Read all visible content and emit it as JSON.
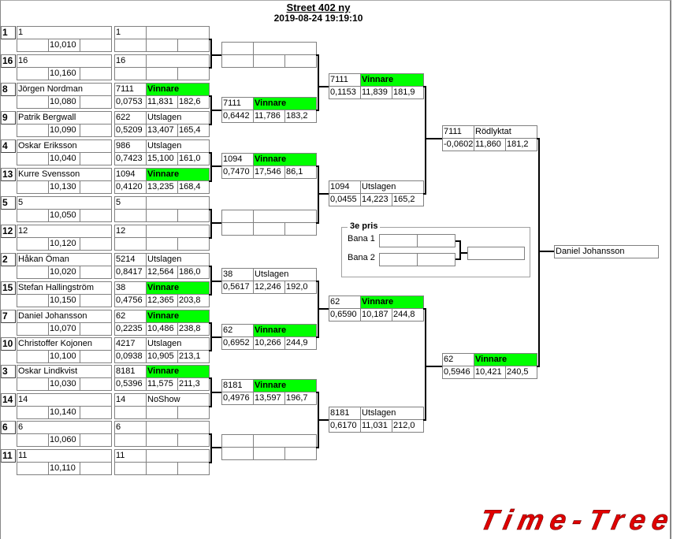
{
  "header": {
    "title": "Street 402 ny",
    "datetime": "2019-08-24 19:19:10"
  },
  "round1": [
    {
      "seed": "1",
      "name": "1",
      "dial": "10,010",
      "car": "1",
      "status": "",
      "rt": "",
      "et": "",
      "speed": ""
    },
    {
      "seed": "16",
      "name": "16",
      "dial": "10,160",
      "car": "16",
      "status": "",
      "rt": "",
      "et": "",
      "speed": ""
    },
    {
      "seed": "8",
      "name": "Jörgen Nordman",
      "dial": "10,080",
      "car": "7111",
      "status": "Vinnare",
      "rt": "0,0753",
      "et": "11,831",
      "speed": "182,6"
    },
    {
      "seed": "9",
      "name": "Patrik Bergwall",
      "dial": "10,090",
      "car": "622",
      "status": "Utslagen",
      "rt": "0,5209",
      "et": "13,407",
      "speed": "165,4"
    },
    {
      "seed": "4",
      "name": "Oskar Eriksson",
      "dial": "10,040",
      "car": "986",
      "status": "Utslagen",
      "rt": "0,7423",
      "et": "15,100",
      "speed": "161,0"
    },
    {
      "seed": "13",
      "name": "Kurre Svensson",
      "dial": "10,130",
      "car": "1094",
      "status": "Vinnare",
      "rt": "0,4120",
      "et": "13,235",
      "speed": "168,4"
    },
    {
      "seed": "5",
      "name": "5",
      "dial": "10,050",
      "car": "5",
      "status": "",
      "rt": "",
      "et": "",
      "speed": ""
    },
    {
      "seed": "12",
      "name": "12",
      "dial": "10,120",
      "car": "12",
      "status": "",
      "rt": "",
      "et": "",
      "speed": ""
    },
    {
      "seed": "2",
      "name": "Håkan Öman",
      "dial": "10,020",
      "car": "5214",
      "status": "Utslagen",
      "rt": "0,8417",
      "et": "12,564",
      "speed": "186,0"
    },
    {
      "seed": "15",
      "name": "Stefan Hallingström",
      "dial": "10,150",
      "car": "38",
      "status": "Vinnare",
      "rt": "0,4756",
      "et": "12,365",
      "speed": "203,8"
    },
    {
      "seed": "7",
      "name": "Daniel Johansson",
      "dial": "10,070",
      "car": "62",
      "status": "Vinnare",
      "rt": "0,2235",
      "et": "10,486",
      "speed": "238,8"
    },
    {
      "seed": "10",
      "name": "Christoffer Kojonen",
      "dial": "10,100",
      "car": "4217",
      "status": "Utslagen",
      "rt": "0,0938",
      "et": "10,905",
      "speed": "213,1"
    },
    {
      "seed": "3",
      "name": "Oskar Lindkvist",
      "dial": "10,030",
      "car": "8181",
      "status": "Vinnare",
      "rt": "0,5396",
      "et": "11,575",
      "speed": "211,3"
    },
    {
      "seed": "14",
      "name": "14",
      "dial": "10,140",
      "car": "14",
      "status": "NoShow",
      "rt": "",
      "et": "",
      "speed": ""
    },
    {
      "seed": "6",
      "name": "6",
      "dial": "10,060",
      "car": "6",
      "status": "",
      "rt": "",
      "et": "",
      "speed": ""
    },
    {
      "seed": "11",
      "name": "11",
      "dial": "10,110",
      "car": "11",
      "status": "",
      "rt": "",
      "et": "",
      "speed": ""
    }
  ],
  "round2": [
    {
      "car": "",
      "status": "",
      "rt": "",
      "et": "",
      "speed": ""
    },
    {
      "car": "7111",
      "status": "Vinnare",
      "rt": "0,6442",
      "et": "11,786",
      "speed": "183,2"
    },
    {
      "car": "1094",
      "status": "Vinnare",
      "rt": "0,7470",
      "et": "17,546",
      "speed": "86,1"
    },
    {
      "car": "",
      "status": "",
      "rt": "",
      "et": "",
      "speed": ""
    },
    {
      "car": "38",
      "status": "Utslagen",
      "rt": "0,5617",
      "et": "12,246",
      "speed": "192,0"
    },
    {
      "car": "62",
      "status": "Vinnare",
      "rt": "0,6952",
      "et": "10,266",
      "speed": "244,9"
    },
    {
      "car": "8181",
      "status": "Vinnare",
      "rt": "0,4976",
      "et": "13,597",
      "speed": "196,7"
    },
    {
      "car": "",
      "status": "",
      "rt": "",
      "et": "",
      "speed": ""
    }
  ],
  "round3": [
    {
      "car": "7111",
      "status": "Vinnare",
      "rt": "0,1153",
      "et": "11,839",
      "speed": "181,9"
    },
    {
      "car": "1094",
      "status": "Utslagen",
      "rt": "0,0455",
      "et": "14,223",
      "speed": "165,2"
    },
    {
      "car": "62",
      "status": "Vinnare",
      "rt": "0,6590",
      "et": "10,187",
      "speed": "244,8"
    },
    {
      "car": "8181",
      "status": "Utslagen",
      "rt": "0,6170",
      "et": "11,031",
      "speed": "212,0"
    }
  ],
  "round4": [
    {
      "car": "7111",
      "status": "Rödlyktat",
      "rt": "-0,0602",
      "et": "11,860",
      "speed": "181,2"
    },
    {
      "car": "62",
      "status": "Vinnare",
      "rt": "0,5946",
      "et": "10,421",
      "speed": "240,5"
    }
  ],
  "final": {
    "winner": "Daniel Johansson"
  },
  "third_place": {
    "title": "3e pris",
    "lane1_label": "Bana 1",
    "lane2_label": "Bana 2",
    "lane1_a": "",
    "lane1_b": "",
    "lane2_a": "",
    "lane2_b": "",
    "winner": ""
  },
  "logo": {
    "text": "Time-Tree"
  },
  "colors": {
    "winner": "#00ff00",
    "logo": "#e00000"
  }
}
